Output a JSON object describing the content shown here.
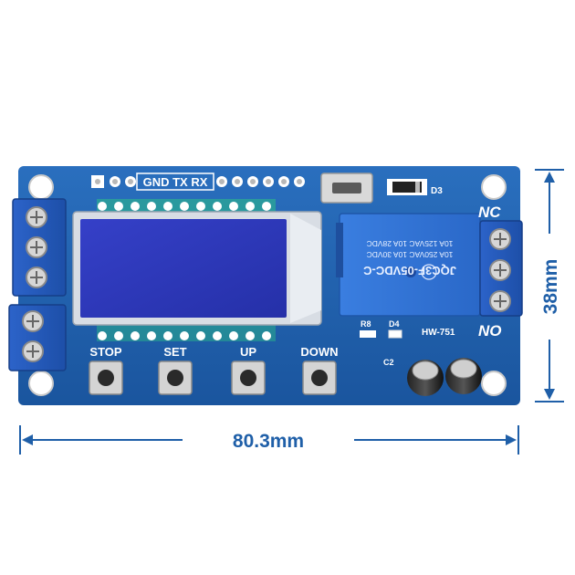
{
  "image": {
    "subject": "timer relay module board",
    "board_color": "#1f5fa8",
    "relay_color": "#2f6fd0",
    "lcd_color": "#2a35b8",
    "dimension_color": "#1f5fa8"
  },
  "silkscreen": {
    "uart_header": "GND TX RX",
    "diode_label": "D3",
    "nc_label": "NC",
    "no_label": "NO",
    "r8_label": "R8",
    "d4_label": "D4",
    "model_label": "HW-751",
    "cap_label": "C2",
    "stop_label": "STOP",
    "set_label": "SET",
    "up_label": "UP",
    "down_label": "DOWN"
  },
  "relay": {
    "model": "JQC3F-05VDC-C",
    "rating_1": "10A 250VAC 10A 30VDC",
    "rating_2": "10A 125VAC 10A 28VDC"
  },
  "dimensions": {
    "width": "80.3mm",
    "height": "38mm"
  }
}
